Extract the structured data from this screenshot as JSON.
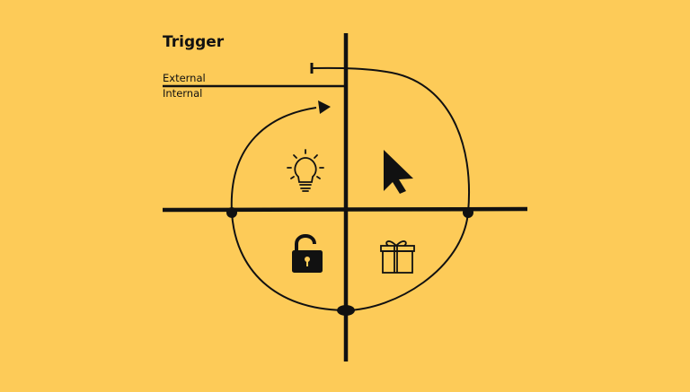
{
  "diagram": {
    "title": "Trigger",
    "labels": {
      "external": "External",
      "internal": "Internal"
    },
    "icons": {
      "top_left": "lightbulb-icon",
      "top_right": "cursor-arrow-icon",
      "bottom_left": "unlocked-padlock-icon",
      "bottom_right": "gift-icon"
    },
    "colors": {
      "background": "#FDCB58",
      "stroke": "#111111"
    }
  }
}
